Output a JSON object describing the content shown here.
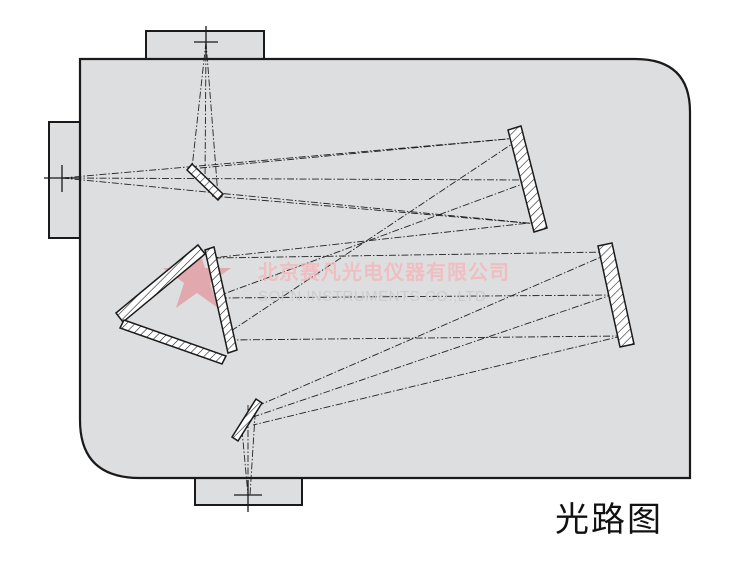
{
  "diagram": {
    "caption": "光路图",
    "watermark": {
      "company_cn": "北京赛凡光电仪器有限公司",
      "company_en": "SOFN INSTRUMENTS CO.,LTD"
    }
  },
  "colors": {
    "housing_fill": "#dddee0",
    "outline": "#1a1a1a",
    "watermark_red": "#e8474f"
  }
}
